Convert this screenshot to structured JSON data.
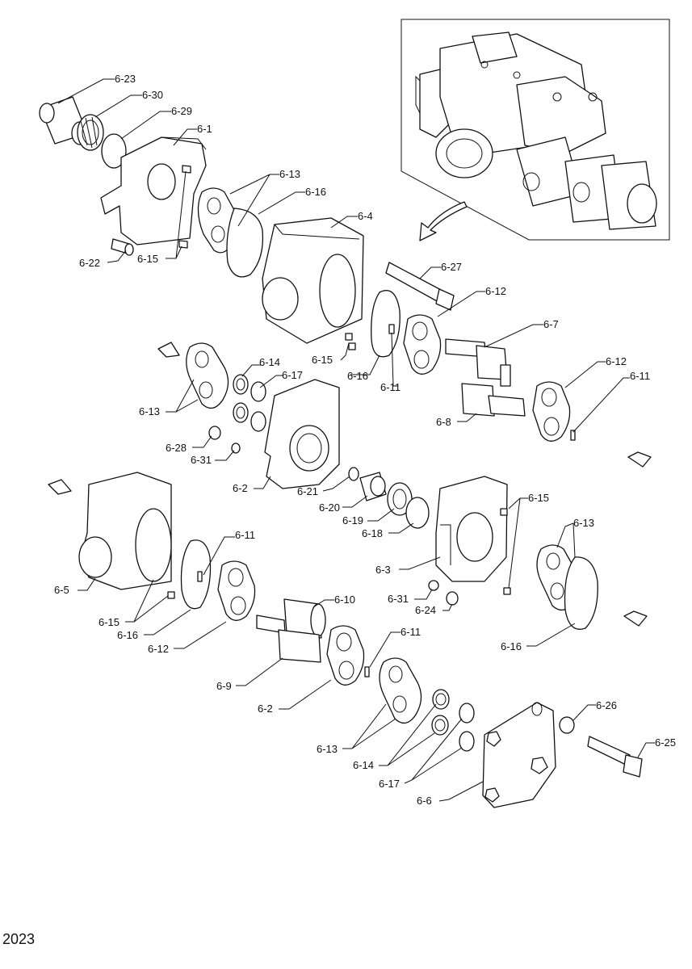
{
  "labels": {
    "l_6_23": "6-23",
    "l_6_30": "6-30",
    "l_6_29": "6-29",
    "l_6_1": "6-1",
    "l_6_13a": "6-13",
    "l_6_16a": "6-16",
    "l_6_4": "6-4",
    "l_6_27": "6-27",
    "l_6_12a": "6-12",
    "l_6_22": "6-22",
    "l_6_15a": "6-15",
    "l_6_7": "6-7",
    "l_6_15b": "6-15",
    "l_6_16b": "6-16",
    "l_6_11a": "6-11",
    "l_6_14a": "6-14",
    "l_6_17a": "6-17",
    "l_6_12b": "6-12",
    "l_6_11b": "6-11",
    "l_6_13b": "6-13",
    "l_6_8": "6-8",
    "l_6_28": "6-28",
    "l_6_31a": "6-31",
    "l_6_2a": "6-2",
    "l_6_21": "6-21",
    "l_6_20": "6-20",
    "l_6_15c": "6-15",
    "l_6_19": "6-19",
    "l_6_18": "6-18",
    "l_6_11c": "6-11",
    "l_6_13c": "6-13",
    "l_6_3": "6-3",
    "l_6_5": "6-5",
    "l_6_10": "6-10",
    "l_6_31b": "6-31",
    "l_6_24": "6-24",
    "l_6_15d": "6-15",
    "l_6_16c": "6-16",
    "l_6_16d": "6-16",
    "l_6_12c": "6-12",
    "l_6_11d": "6-11",
    "l_6_9": "6-9",
    "l_6_2b": "6-2",
    "l_6_26": "6-26",
    "l_6_13d": "6-13",
    "l_6_25": "6-25",
    "l_6_14b": "6-14",
    "l_6_17b": "6-17",
    "l_6_6": "6-6"
  },
  "page_code": "2023"
}
